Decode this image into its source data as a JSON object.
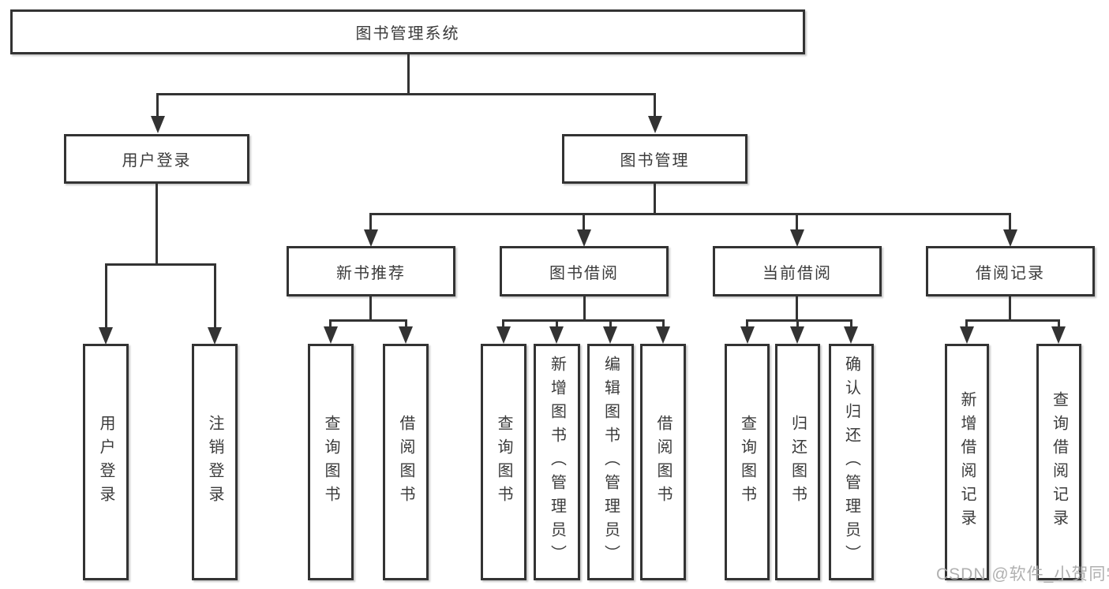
{
  "diagram_type": "hierarchy-flowchart",
  "tree": {
    "root": {
      "label": "图书管理系统"
    },
    "branches": [
      {
        "label": "用户登录",
        "children": [
          {
            "label": "用户登录"
          },
          {
            "label": "注销登录"
          }
        ]
      },
      {
        "label": "图书管理",
        "children": [
          {
            "label": "新书推荐",
            "children": [
              {
                "label": "查询图书"
              },
              {
                "label": "借阅图书"
              }
            ]
          },
          {
            "label": "图书借阅",
            "children": [
              {
                "label": "查询图书"
              },
              {
                "label": "新增图书（管理员）"
              },
              {
                "label": "编辑图书（管理员）"
              },
              {
                "label": "借阅图书"
              }
            ]
          },
          {
            "label": "当前借阅",
            "children": [
              {
                "label": "查询图书"
              },
              {
                "label": "归还图书"
              },
              {
                "label": "确认归还（管理员）"
              }
            ]
          },
          {
            "label": "借阅记录",
            "children": [
              {
                "label": "新增借阅记录"
              },
              {
                "label": "查询借阅记录"
              }
            ]
          }
        ]
      }
    ]
  },
  "watermark": {
    "text": "CSDN @软件_小贺同学"
  },
  "colors": {
    "background": "#ffffff",
    "line": "#333333",
    "box_border": "#333333",
    "text": "#3b3b3b",
    "watermark": "#acacac"
  }
}
